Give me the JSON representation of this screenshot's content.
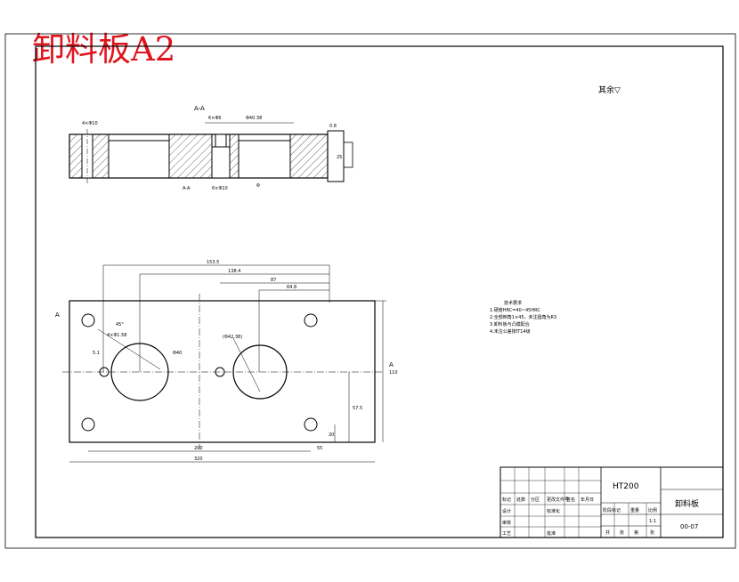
{
  "sheet": {
    "title": "卸料板A2",
    "roughness_note": "其余▽"
  },
  "section_view": {
    "label": "A-A",
    "callouts": [
      "4×Φ10",
      "6×Φ6",
      "Φ40.38",
      "0.8",
      "25",
      "A-A",
      "6×Φ10",
      "Φ"
    ],
    "side_note": "0.8"
  },
  "plan_view": {
    "dimensions": [
      "153.5",
      "138.4",
      "87",
      "64.8",
      "200",
      "320",
      "55",
      "110",
      "57.5",
      "20"
    ],
    "callouts": [
      "4×Φ1.58",
      "45°",
      "5.1",
      "Φ40",
      "(Φ42.38)",
      "A",
      "A"
    ]
  },
  "notes": {
    "heading": "技术要求",
    "lines": [
      "1.硬度HRC=40~45HRC",
      "2.全部倒角1×45，未注圆角为R3",
      "3.卸料板与凸模配合",
      "4.未注公差按IT14级"
    ]
  },
  "title_block": {
    "material": "HT200",
    "part_name": "卸料板",
    "drawing_no": "00-07",
    "scale": "1:1",
    "row_labels": [
      "标记",
      "处数",
      "分区",
      "更改文件号",
      "签名",
      "年月日",
      "设计",
      "审核",
      "工艺",
      "标准化",
      "批准"
    ],
    "stage_labels": [
      "阶段标记",
      "重量",
      "比例"
    ],
    "sheet_labels": [
      "共",
      "张",
      "第",
      "张"
    ]
  }
}
